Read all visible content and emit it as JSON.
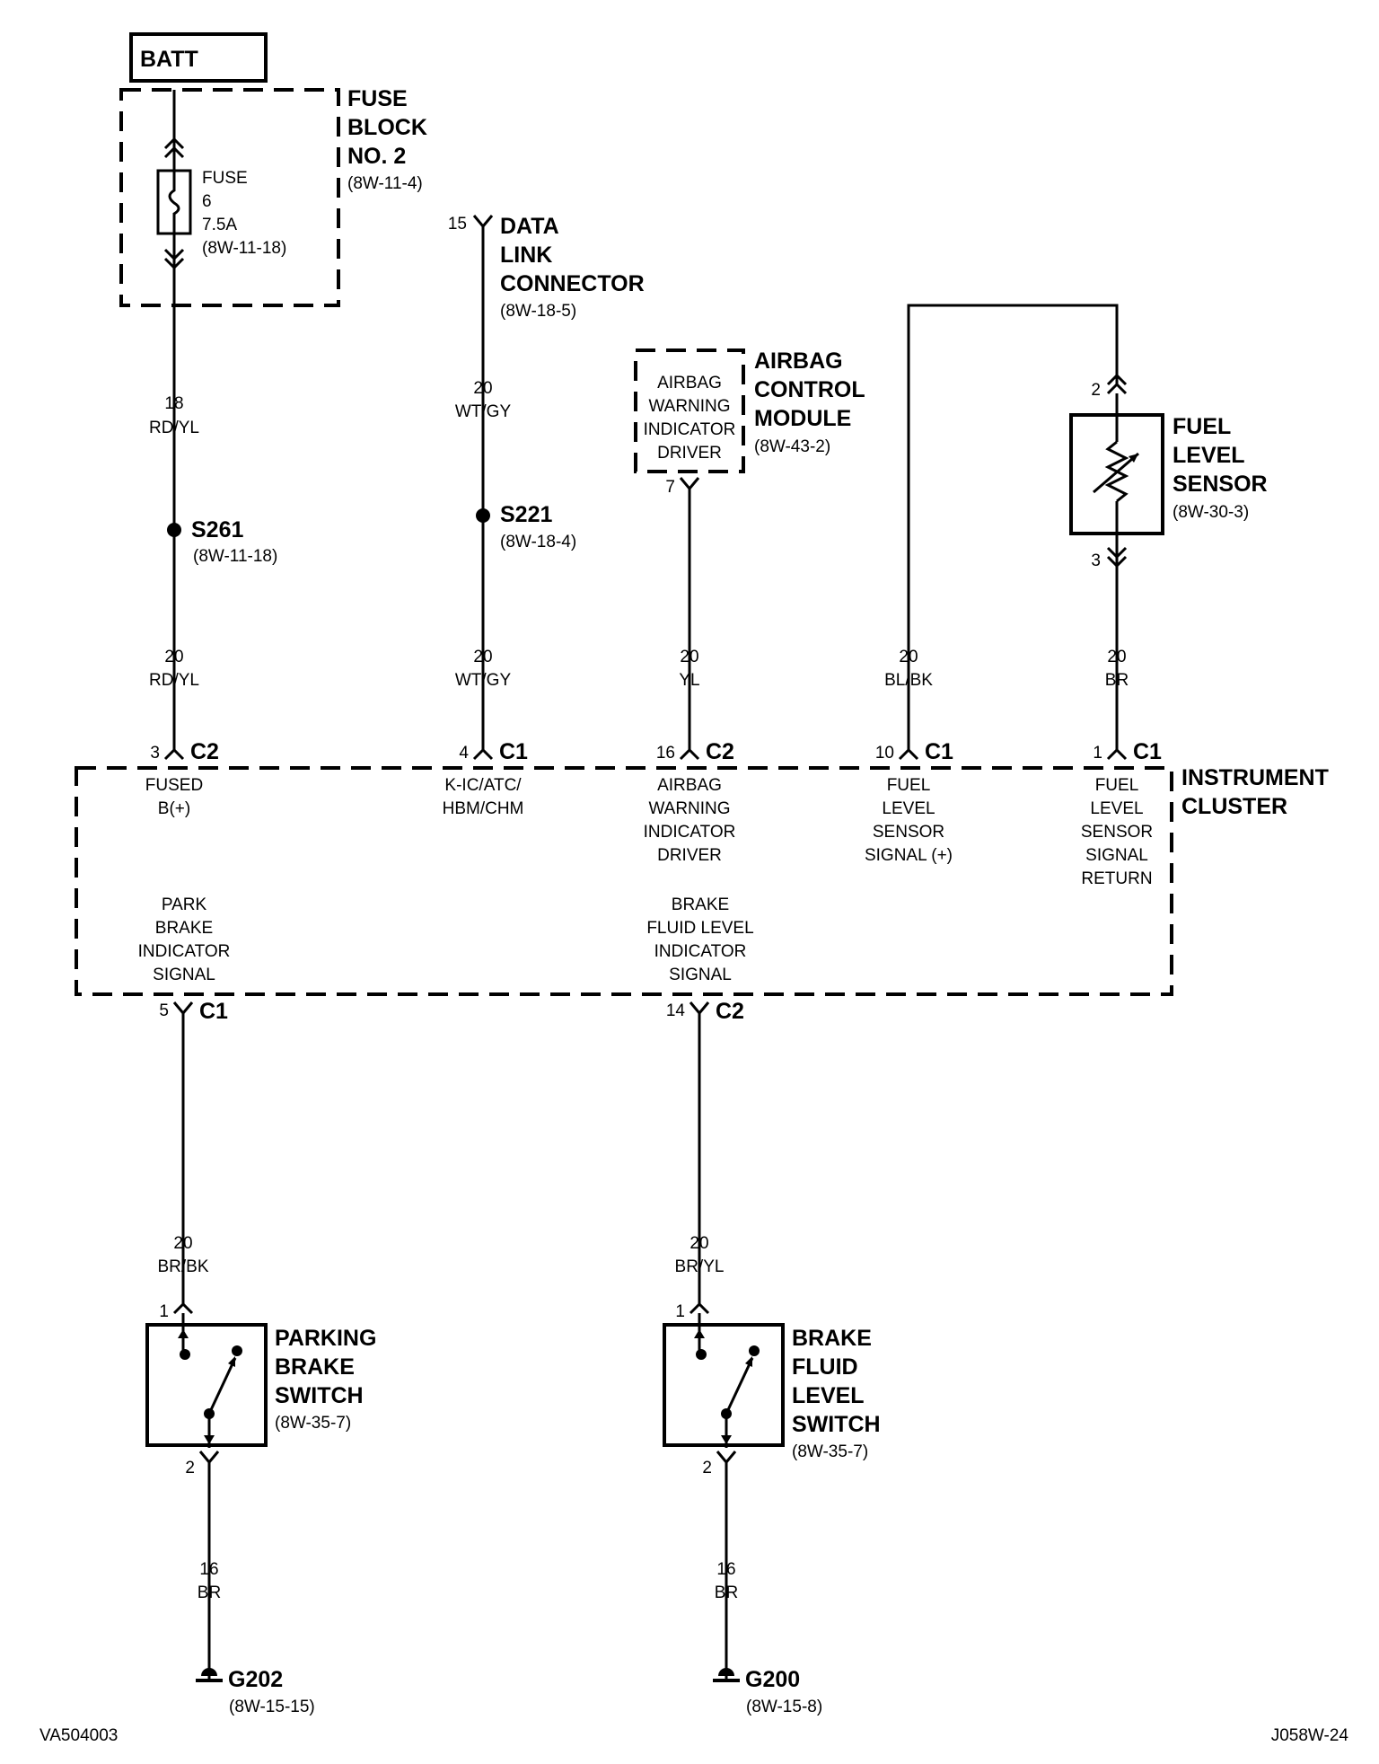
{
  "batt": "BATT",
  "fuse_block": {
    "name": [
      "FUSE",
      "BLOCK",
      "NO. 2"
    ],
    "ref": "(8W-11-4)"
  },
  "fuse": {
    "lines": [
      "FUSE",
      "6",
      "7.5A",
      "(8W-11-18)"
    ]
  },
  "data_link": {
    "pin": "15",
    "name": [
      "DATA",
      "LINK",
      "CONNECTOR"
    ],
    "ref": "(8W-18-5)"
  },
  "airbag_module": {
    "box_lines": [
      "AIRBAG",
      "WARNING",
      "INDICATOR",
      "DRIVER"
    ],
    "name": [
      "AIRBAG",
      "CONTROL",
      "MODULE"
    ],
    "ref": "(8W-43-2)",
    "pin": "7"
  },
  "fuel_sensor": {
    "name": [
      "FUEL",
      "LEVEL",
      "SENSOR"
    ],
    "ref": "(8W-30-3)",
    "pin_top": "2",
    "pin_bottom": "3"
  },
  "wires": {
    "w1_upper": {
      "gauge": "18",
      "color": "RD/YL"
    },
    "w1_lower": {
      "gauge": "20",
      "color": "RD/YL"
    },
    "w2_upper": {
      "gauge": "20",
      "color": "WT/GY"
    },
    "w2_lower": {
      "gauge": "20",
      "color": "WT/GY"
    },
    "w3": {
      "gauge": "20",
      "color": "YL"
    },
    "w4": {
      "gauge": "20",
      "color": "BL/BK"
    },
    "w5": {
      "gauge": "20",
      "color": "BR"
    },
    "w6": {
      "gauge": "20",
      "color": "BR/BK"
    },
    "w7": {
      "gauge": "20",
      "color": "BR/YL"
    },
    "w8": {
      "gauge": "16",
      "color": "BR"
    },
    "w9": {
      "gauge": "16",
      "color": "BR"
    }
  },
  "splices": [
    {
      "name": "S261",
      "ref": "(8W-11-18)"
    },
    {
      "name": "S221",
      "ref": "(8W-18-4)"
    }
  ],
  "cluster": {
    "name": [
      "INSTRUMENT",
      "CLUSTER"
    ],
    "top_pins": [
      {
        "pin": "3",
        "conn": "C2",
        "label": [
          "FUSED",
          "B(+)"
        ]
      },
      {
        "pin": "4",
        "conn": "C1",
        "label": [
          "K-IC/ATC/",
          "HBM/CHM"
        ]
      },
      {
        "pin": "16",
        "conn": "C2",
        "label": [
          "AIRBAG",
          "WARNING",
          "INDICATOR",
          "DRIVER"
        ]
      },
      {
        "pin": "10",
        "conn": "C1",
        "label": [
          "FUEL",
          "LEVEL",
          "SENSOR",
          "SIGNAL (+)"
        ]
      },
      {
        "pin": "1",
        "conn": "C1",
        "label": [
          "FUEL",
          "LEVEL",
          "SENSOR",
          "SIGNAL",
          "RETURN"
        ]
      }
    ],
    "bottom_pins": [
      {
        "pin": "5",
        "conn": "C1",
        "label": [
          "PARK",
          "BRAKE",
          "INDICATOR",
          "SIGNAL"
        ]
      },
      {
        "pin": "14",
        "conn": "C2",
        "label": [
          "BRAKE",
          "FLUID LEVEL",
          "INDICATOR",
          "SIGNAL"
        ]
      }
    ]
  },
  "parking_switch": {
    "name": [
      "PARKING",
      "BRAKE",
      "SWITCH"
    ],
    "ref": "(8W-35-7)",
    "pin_top": "1",
    "pin_bottom": "2"
  },
  "brake_fluid_switch": {
    "name": [
      "BRAKE",
      "FLUID",
      "LEVEL",
      "SWITCH"
    ],
    "ref": "(8W-35-7)",
    "pin_top": "1",
    "pin_bottom": "2"
  },
  "grounds": [
    {
      "name": "G202",
      "ref": "(8W-15-15)"
    },
    {
      "name": "G200",
      "ref": "(8W-15-8)"
    }
  ],
  "footer": {
    "left": "VA504003",
    "right": "J058W-24"
  }
}
